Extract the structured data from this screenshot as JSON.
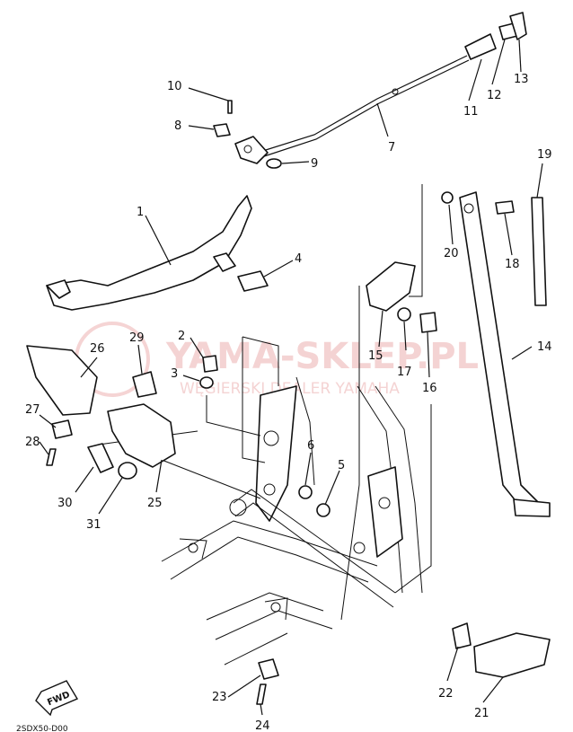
{
  "watermark": {
    "brand": "YAMA-SKLEP.PL",
    "tagline": "WĘGIERSKI DEALER YAMAHA"
  },
  "fwd_label": "FWD",
  "footer_code": "2SDX50-D00",
  "callouts": {
    "c1": "1",
    "c2": "2",
    "c3": "3",
    "c4": "4",
    "c5": "5",
    "c6": "6",
    "c7": "7",
    "c8": "8",
    "c9": "9",
    "c10": "10",
    "c11": "11",
    "c12": "12",
    "c13": "13",
    "c14": "14",
    "c15": "15",
    "c16": "16",
    "c17": "17",
    "c18": "18",
    "c19": "19",
    "c20": "20",
    "c21": "21",
    "c22": "22",
    "c23": "23",
    "c24": "24",
    "c25": "25",
    "c26": "26",
    "c27": "27",
    "c28": "28",
    "c29": "29",
    "c30": "30",
    "c31": "31"
  }
}
